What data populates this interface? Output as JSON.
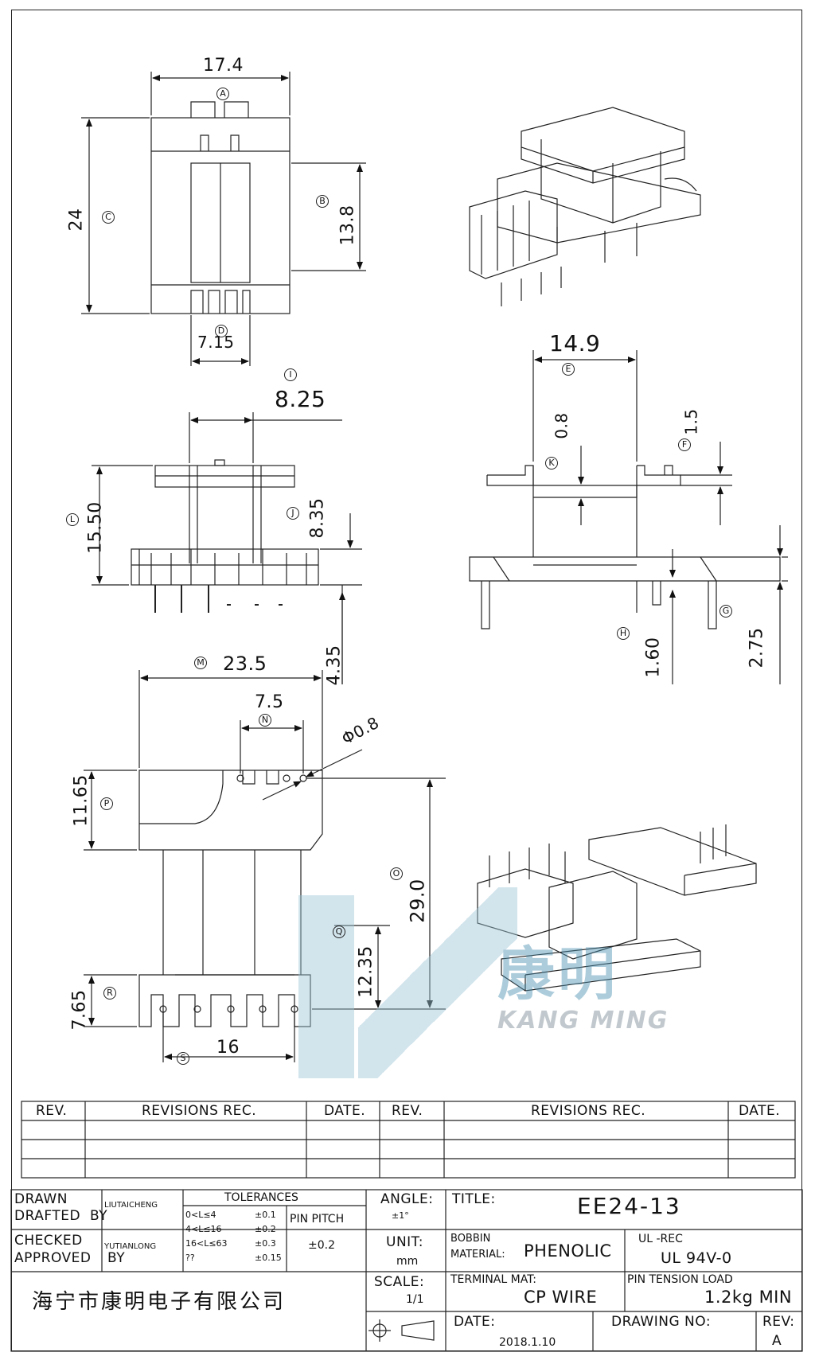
{
  "drawing": {
    "dims": {
      "top_width": "17.4",
      "label_a": "A",
      "top_height": "24",
      "label_c": "C",
      "window_height": "13.8",
      "label_b": "B",
      "pin_row_width": "7.15",
      "label_d": "D",
      "side_offset": "8.25",
      "label_i": "I",
      "side_height": "15.50",
      "label_l": "L",
      "side_mid": "8.35",
      "label_j": "J",
      "pin_len": "4.35",
      "front_width": "14.9",
      "label_e": "E",
      "flange_k": "0.8",
      "label_k": "K",
      "flange_f": "1.5",
      "label_f": "F",
      "base_h": "1.60",
      "label_h": "H",
      "base_g": "2.75",
      "label_g": "G",
      "pcb_width": "23.5",
      "label_m": "M",
      "pin_pitch_top": "7.5",
      "label_n": "N",
      "hole_dia": "Φ0.8",
      "pcb_top_h": "11.65",
      "label_p": "P",
      "pcb_total": "29.0",
      "label_o": "O",
      "pcb_low": "12.35",
      "label_q": "Q",
      "pcb_foot": "7.65",
      "label_r": "R",
      "pin_span": "16",
      "label_s": "S"
    },
    "logo": {
      "cn": "康明",
      "en": "KANG MING"
    }
  },
  "revisions": {
    "headers": [
      "REV.",
      "REVISIONS REC.",
      "DATE.",
      "REV.",
      "REVISIONS REC.",
      "DATE."
    ]
  },
  "title_block": {
    "drawn": "DRAWN",
    "drafted": "DRAFTED",
    "by": "BY",
    "drawn_name": "LIUTAICHENG",
    "checked": "CHECKED",
    "approved": "APPROVED",
    "checked_by": "BY",
    "checked_name": "YUTIANLONG",
    "tolerances": "TOLERANCES",
    "tol_rows": [
      {
        "range": "0<L≤4",
        "val": "±0.1"
      },
      {
        "range": "4<L≤16",
        "val": "±0.2"
      },
      {
        "range": "16<L≤63",
        "val": "±0.3"
      },
      {
        "range": "??",
        "val": "±0.15"
      }
    ],
    "pin_pitch": "PIN PITCH",
    "pin_pitch_val": "±0.2",
    "angle": "ANGLE:",
    "angle_val": "±1°",
    "unit": "UNIT:",
    "unit_val": "mm",
    "scale": "SCALE:",
    "scale_val": "1/1",
    "title_label": "TITLE:",
    "title": "EE24-13",
    "bobbin_material": "BOBBIN",
    "material": "MATERIAL:",
    "material_val": "PHENOLIC",
    "ul_rec": "UL -REC",
    "ul_val": "UL   94V-0",
    "terminal_mat": "TERMINAL MAT:",
    "terminal_val": "CP  WIRE",
    "pin_tension": "PIN TENSION LOAD",
    "pin_tension_val": "1.2kg MIN",
    "company": "海宁市康明电子有限公司",
    "date_label": "DATE:",
    "date_val": "2018.1.10",
    "drawing_no": "DRAWING   NO:",
    "rev_label": "REV:",
    "rev_val": "A"
  }
}
